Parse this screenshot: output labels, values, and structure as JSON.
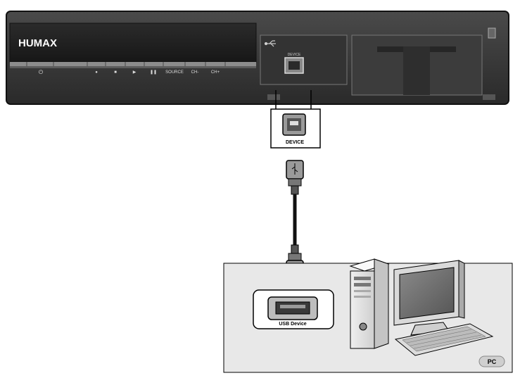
{
  "device": {
    "brand": "HUMAX",
    "front_buttons": [
      "",
      "",
      "",
      "",
      "",
      "",
      "SOURCE",
      "CH-",
      "CH+"
    ],
    "button_symbols": {
      "power": "⏻",
      "record": "●",
      "stop": "■",
      "play": "▶",
      "pause": "❚❚"
    },
    "usb_port_label": "DEVICE"
  },
  "callout": {
    "port_label": "DEVICE"
  },
  "pc": {
    "usb_port_label": "USB Device",
    "badge": "PC"
  },
  "colors": {
    "device_body": "#3a3a3a",
    "device_dark": "#1e1e1e",
    "panel_light": "#c8c8c8",
    "cable": "#111111"
  }
}
